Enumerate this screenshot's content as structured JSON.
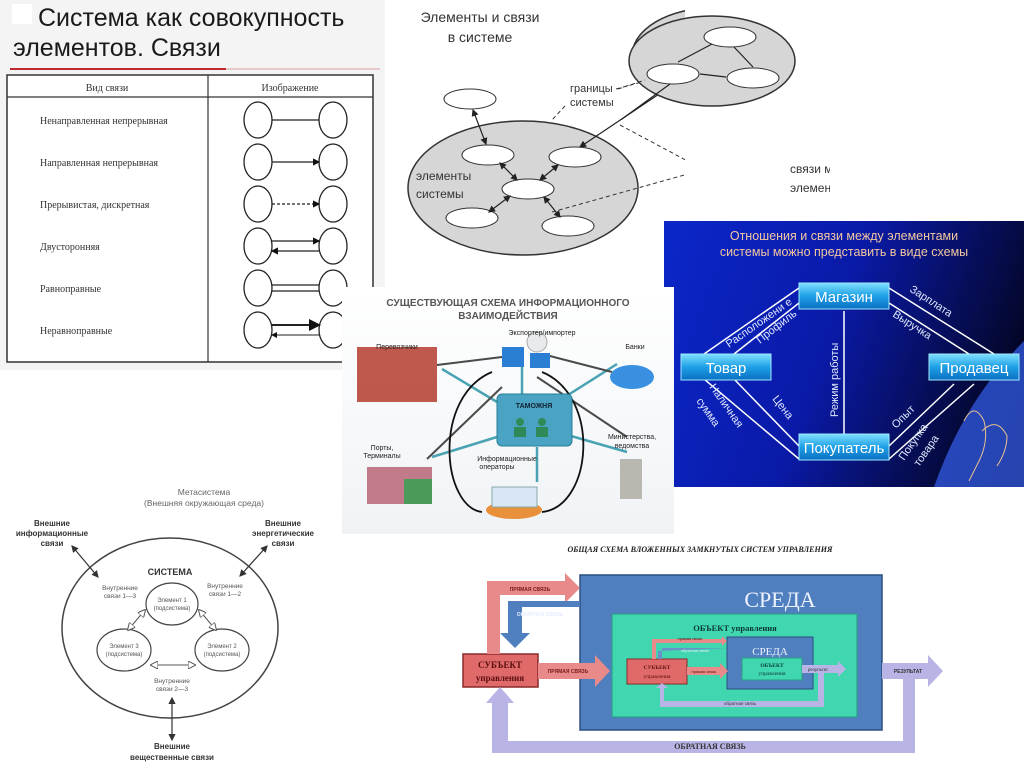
{
  "panel1": {
    "title_line1": "Система как совокупность",
    "title_line2": "элементов. Связи",
    "col1_header": "Вид связи",
    "col2_header": "Изображение",
    "rows": [
      {
        "label": "Ненаправленная непрерывная",
        "type": "undirected"
      },
      {
        "label": "Направленная непрерывная",
        "type": "directed"
      },
      {
        "label": "Прерывистая, дискретная",
        "type": "dashed"
      },
      {
        "label": "Двусторонняя",
        "type": "bidirectional"
      },
      {
        "label": "Равноправные",
        "type": "equal"
      },
      {
        "label": "Неравноправные",
        "type": "unequal"
      }
    ],
    "accent_color": "#c0282d"
  },
  "panel2": {
    "title_line1": "Элементы и связи",
    "title_line2": "в системе",
    "label_boundaries_1": "границы",
    "label_boundaries_2": "системы",
    "label_elements_1": "элементы",
    "label_elements_2": "системы",
    "label_links_1": "связи между",
    "label_links_2": "элементами"
  },
  "panel3": {
    "title_line1": "Отношения и связи между элементами",
    "title_line2": "системы можно представить в виде схемы",
    "nodes": {
      "shop": "Магазин",
      "goods": "Товар",
      "seller": "Продавец",
      "buyer": "Покупатель"
    },
    "edges": {
      "location": "Расположени е",
      "profile": "Профиль",
      "salary": "Зарплата",
      "revenue": "Выручка",
      "hours": "Режим работы",
      "cash_1": "Наличная",
      "cash_2": "сумма",
      "price": "Цена",
      "experience": "Опыт",
      "purchase_1": "Покупка",
      "purchase_2": "товара"
    },
    "bg_color": "#0a1aa8",
    "node_color": "#29b6f6"
  },
  "panel4": {
    "title_line1": "СУЩЕСТВУЮЩАЯ СХЕМА ИНФОРМАЦИОННОГО",
    "title_line2": "ВЗАИМОДЕЙСТВИЯ",
    "exporter": "Экспортер/импортер",
    "carriers": "Перевозчики",
    "banks": "Банки",
    "customs": "ТАМОЖНЯ",
    "ports_1": "Порты,",
    "ports_2": "Терминалы",
    "ministries_1": "Министерства,",
    "ministries_2": "ведомства",
    "operators_1": "Информационные",
    "operators_2": "операторы"
  },
  "panel5": {
    "meta_1": "Метасистема",
    "meta_2": "(Внешняя окружающая среда)",
    "ext_info_1": "Внешние",
    "ext_info_2": "информационные",
    "ext_info_3": "связи",
    "ext_energy_1": "Внешние",
    "ext_energy_2": "энергетические",
    "ext_energy_3": "связи",
    "system": "СИСТЕМА",
    "int13_1": "Внутренние",
    "int13_2": "связи 1—3",
    "int12_1": "Внутренние",
    "int12_2": "связи 1—2",
    "int23_1": "Внутренние",
    "int23_2": "связи 2—3",
    "el1_1": "Элемент 1",
    "el1_2": "(подсистема)",
    "el2_1": "Элемент 2",
    "el2_2": "(подсистема)",
    "el3_1": "Элемент 3",
    "el3_2": "(подсистема)",
    "ext_mat_1": "Внешние",
    "ext_mat_2": "вещественные связи"
  },
  "panel6": {
    "title": "ОБЩАЯ СХЕМА ВЛОЖЕННЫХ ЗАМКНУТЫХ СИСТЕМ УПРАВЛЕНИЯ",
    "env": "СРЕДА",
    "inner_env": "СРЕДА",
    "object": "ОБЪЕКТ управления",
    "inner_object_1": "ОБЪЕКТ",
    "inner_object_2": "управления",
    "subject_1": "СУБЪЕКТ",
    "subject_2": "управления",
    "inner_subject_1": "СУБЪЕКТ",
    "inner_subject_2": "управления",
    "direct_top": "ПРЯМАЯ СВЯЗЬ",
    "feedback_top": "ОБРАТНАЯ СВЯЗЬ",
    "direct_mid": "ПРЯМАЯ СВЯЗЬ",
    "result": "РЕЗУЛЬТАТ",
    "feedback_bottom": "ОБРАТНАЯ СВЯЗЬ",
    "inner_direct_top": "прямая связь",
    "inner_feedback_top": "обратная связь",
    "inner_direct": "прямая связь",
    "inner_result": "результат",
    "inner_feedback": "обратная связь",
    "colors": {
      "env": "#4f7fbf",
      "object": "#3fd6b0",
      "subject": "#e06a6a",
      "feedback": "#b8b4e6"
    }
  }
}
